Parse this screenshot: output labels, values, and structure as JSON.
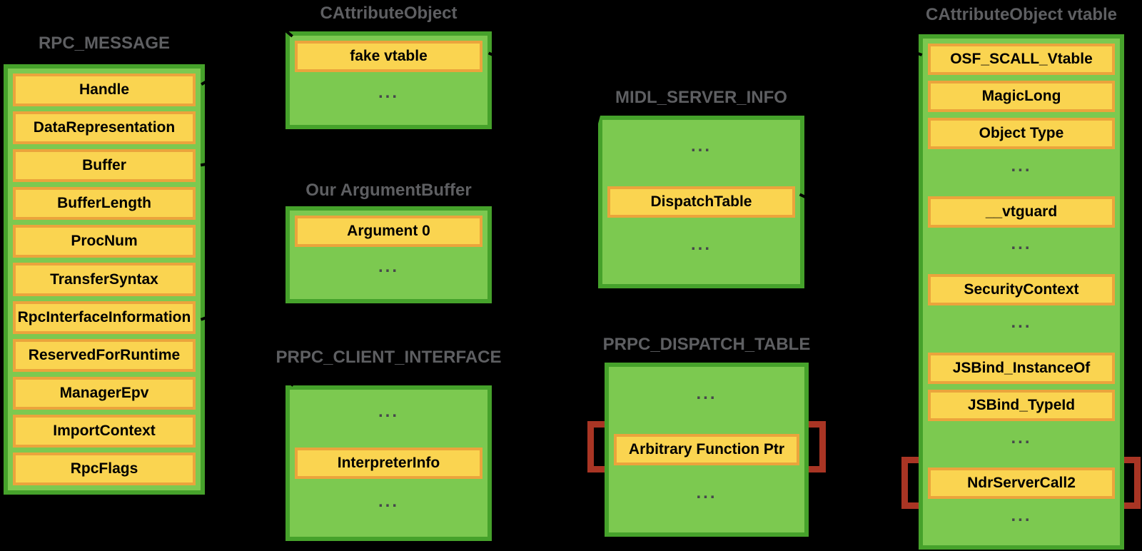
{
  "diagram_title": "",
  "colors": {
    "background": "#000000",
    "box_fill": "#7CC950",
    "box_border": "#46A22B",
    "cell_fill": "#FAD450",
    "cell_border": "#EBA43C",
    "title_text": "#5E5F62",
    "cell_text": "#000000",
    "ellipsis_text": "#46474B",
    "highlight_border": "#A93524",
    "arrow_color": "#000000"
  },
  "ellipsis_glyph": "...",
  "boxes": [
    {
      "id": "rpc-message",
      "title": "RPC_MESSAGE",
      "rows": [
        {
          "type": "cell",
          "label": "Handle"
        },
        {
          "type": "cell",
          "label": "DataRepresentation"
        },
        {
          "type": "cell",
          "label": "Buffer"
        },
        {
          "type": "cell",
          "label": "BufferLength"
        },
        {
          "type": "cell",
          "label": "ProcNum"
        },
        {
          "type": "cell",
          "label": "TransferSyntax"
        },
        {
          "type": "cell",
          "label": "RpcInterfaceInformation"
        },
        {
          "type": "cell",
          "label": "ReservedForRuntime"
        },
        {
          "type": "cell",
          "label": "ManagerEpv"
        },
        {
          "type": "cell",
          "label": "ImportContext"
        },
        {
          "type": "cell",
          "label": "RpcFlags"
        }
      ]
    },
    {
      "id": "cattribute-object",
      "title": "CAttributeObject",
      "rows": [
        {
          "type": "cell",
          "label": "fake vtable"
        },
        {
          "type": "dots",
          "label": "..."
        }
      ]
    },
    {
      "id": "our-argument-buffer",
      "title": "Our ArgumentBuffer",
      "rows": [
        {
          "type": "cell",
          "label": "Argument 0"
        },
        {
          "type": "dots",
          "label": "..."
        }
      ]
    },
    {
      "id": "prpc-client-interface",
      "title": "PRPC_CLIENT_INTERFACE",
      "rows": [
        {
          "type": "dots",
          "label": "..."
        },
        {
          "type": "cell",
          "label": "InterpreterInfo"
        },
        {
          "type": "dots",
          "label": "..."
        }
      ]
    },
    {
      "id": "midl-server-info",
      "title": "MIDL_SERVER_INFO",
      "rows": [
        {
          "type": "dots",
          "label": "..."
        },
        {
          "type": "cell",
          "label": "DispatchTable"
        },
        {
          "type": "dots",
          "label": "..."
        }
      ]
    },
    {
      "id": "prpc-dispatch-table",
      "title": "PRPC_DISPATCH_TABLE",
      "rows": [
        {
          "type": "dots",
          "label": "..."
        },
        {
          "type": "cell",
          "label": "Arbitrary Function Ptr",
          "highlighted": true
        },
        {
          "type": "dots",
          "label": "..."
        }
      ]
    },
    {
      "id": "cattribute-object-vtable",
      "title": "CAttributeObject vtable",
      "rows": [
        {
          "type": "cell",
          "label": "OSF_SCALL_Vtable"
        },
        {
          "type": "cell",
          "label": "MagicLong"
        },
        {
          "type": "cell",
          "label": "Object Type"
        },
        {
          "type": "dots",
          "label": "..."
        },
        {
          "type": "cell",
          "label": "__vtguard"
        },
        {
          "type": "dots",
          "label": "..."
        },
        {
          "type": "cell",
          "label": "SecurityContext"
        },
        {
          "type": "dots",
          "label": "..."
        },
        {
          "type": "cell",
          "label": "JSBind_InstanceOf"
        },
        {
          "type": "cell",
          "label": "JSBind_TypeId"
        },
        {
          "type": "dots",
          "label": "..."
        },
        {
          "type": "cell",
          "label": "NdrServerCall2",
          "highlighted": true
        },
        {
          "type": "dots",
          "label": "..."
        }
      ]
    }
  ]
}
